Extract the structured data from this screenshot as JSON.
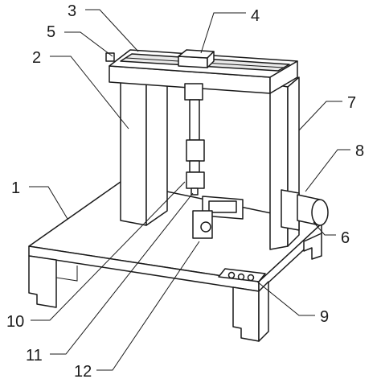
{
  "callouts": [
    {
      "id": "label-1",
      "text": "1"
    },
    {
      "id": "label-2",
      "text": "2"
    },
    {
      "id": "label-3",
      "text": "3"
    },
    {
      "id": "label-4",
      "text": "4"
    },
    {
      "id": "label-5",
      "text": "5"
    },
    {
      "id": "label-6",
      "text": "6"
    },
    {
      "id": "label-7",
      "text": "7"
    },
    {
      "id": "label-8",
      "text": "8"
    },
    {
      "id": "label-9",
      "text": "9"
    },
    {
      "id": "label-10",
      "text": "10"
    },
    {
      "id": "label-11",
      "text": "11"
    },
    {
      "id": "label-12",
      "text": "12"
    }
  ]
}
